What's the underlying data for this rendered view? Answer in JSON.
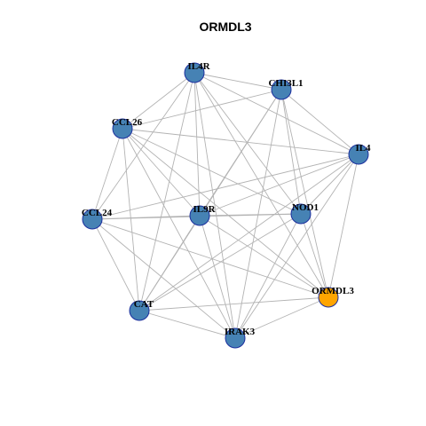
{
  "title": "ORMDL3",
  "colors": {
    "node_default": "#4682b4",
    "node_highlight": "#ffa500",
    "node_border": "#1c2f9e",
    "edge": "#b3b3b3"
  },
  "nodes": [
    {
      "id": "IL4R",
      "label": "IL4R",
      "highlight": false
    },
    {
      "id": "CHI3L1",
      "label": "CHI3L1",
      "highlight": false
    },
    {
      "id": "CCL26",
      "label": "CCL26",
      "highlight": false
    },
    {
      "id": "IL4",
      "label": "IL4",
      "highlight": false
    },
    {
      "id": "CCL24",
      "label": "CCL24",
      "highlight": false
    },
    {
      "id": "IL9R",
      "label": "IL9R",
      "highlight": false
    },
    {
      "id": "NOD1",
      "label": "NOD1",
      "highlight": false
    },
    {
      "id": "ORMDL3",
      "label": "ORMDL3",
      "highlight": true
    },
    {
      "id": "CAT",
      "label": "CAT",
      "highlight": false
    },
    {
      "id": "IRAK3",
      "label": "IRAK3",
      "highlight": false
    }
  ],
  "edges": [
    [
      "IL4R",
      "CHI3L1"
    ],
    [
      "IL4R",
      "CCL26"
    ],
    [
      "IL4R",
      "IL4"
    ],
    [
      "IL4R",
      "CCL24"
    ],
    [
      "IL4R",
      "IL9R"
    ],
    [
      "IL4R",
      "NOD1"
    ],
    [
      "IL4R",
      "ORMDL3"
    ],
    [
      "IL4R",
      "CAT"
    ],
    [
      "IL4R",
      "IRAK3"
    ],
    [
      "CHI3L1",
      "CCL26"
    ],
    [
      "CHI3L1",
      "IL4"
    ],
    [
      "CHI3L1",
      "IL9R"
    ],
    [
      "CHI3L1",
      "NOD1"
    ],
    [
      "CHI3L1",
      "ORMDL3"
    ],
    [
      "CHI3L1",
      "CAT"
    ],
    [
      "CHI3L1",
      "IRAK3"
    ],
    [
      "CCL26",
      "IL4"
    ],
    [
      "CCL26",
      "CCL24"
    ],
    [
      "CCL26",
      "IL9R"
    ],
    [
      "CCL26",
      "NOD1"
    ],
    [
      "CCL26",
      "ORMDL3"
    ],
    [
      "CCL26",
      "CAT"
    ],
    [
      "CCL26",
      "IRAK3"
    ],
    [
      "IL4",
      "CCL24"
    ],
    [
      "IL4",
      "IL9R"
    ],
    [
      "IL4",
      "NOD1"
    ],
    [
      "IL4",
      "ORMDL3"
    ],
    [
      "IL4",
      "CAT"
    ],
    [
      "IL4",
      "IRAK3"
    ],
    [
      "CCL24",
      "IL9R"
    ],
    [
      "CCL24",
      "NOD1"
    ],
    [
      "CCL24",
      "ORMDL3"
    ],
    [
      "CCL24",
      "CAT"
    ],
    [
      "CCL24",
      "IRAK3"
    ],
    [
      "IL9R",
      "NOD1"
    ],
    [
      "IL9R",
      "ORMDL3"
    ],
    [
      "IL9R",
      "CAT"
    ],
    [
      "IL9R",
      "IRAK3"
    ],
    [
      "NOD1",
      "ORMDL3"
    ],
    [
      "NOD1",
      "CAT"
    ],
    [
      "NOD1",
      "IRAK3"
    ],
    [
      "ORMDL3",
      "CAT"
    ],
    [
      "ORMDL3",
      "IRAK3"
    ],
    [
      "CAT",
      "IRAK3"
    ]
  ]
}
